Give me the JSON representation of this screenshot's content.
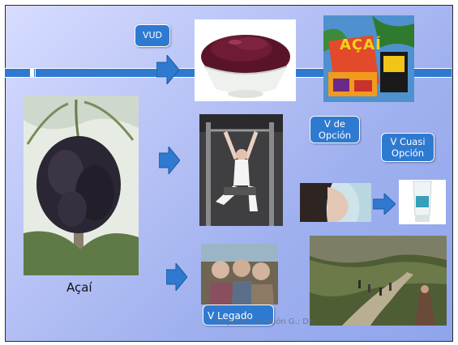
{
  "slide": {
    "labels": {
      "vud": "VUD",
      "v_opcion": "V de Opción",
      "v_cuasi_opcion": "V Cuasi Opción",
      "v_legado": "V Legado"
    },
    "captions": {
      "acai": "Açaí",
      "footer": "Grupo N°: Lección G.: Dr."
    },
    "product_box_text": "AÇAÍ",
    "colors": {
      "accent": "#2e7ad1",
      "arrow": "#2e7ad1",
      "background_gradient_start": "#d7dcff",
      "background_gradient_end": "#8fa5ec"
    }
  }
}
